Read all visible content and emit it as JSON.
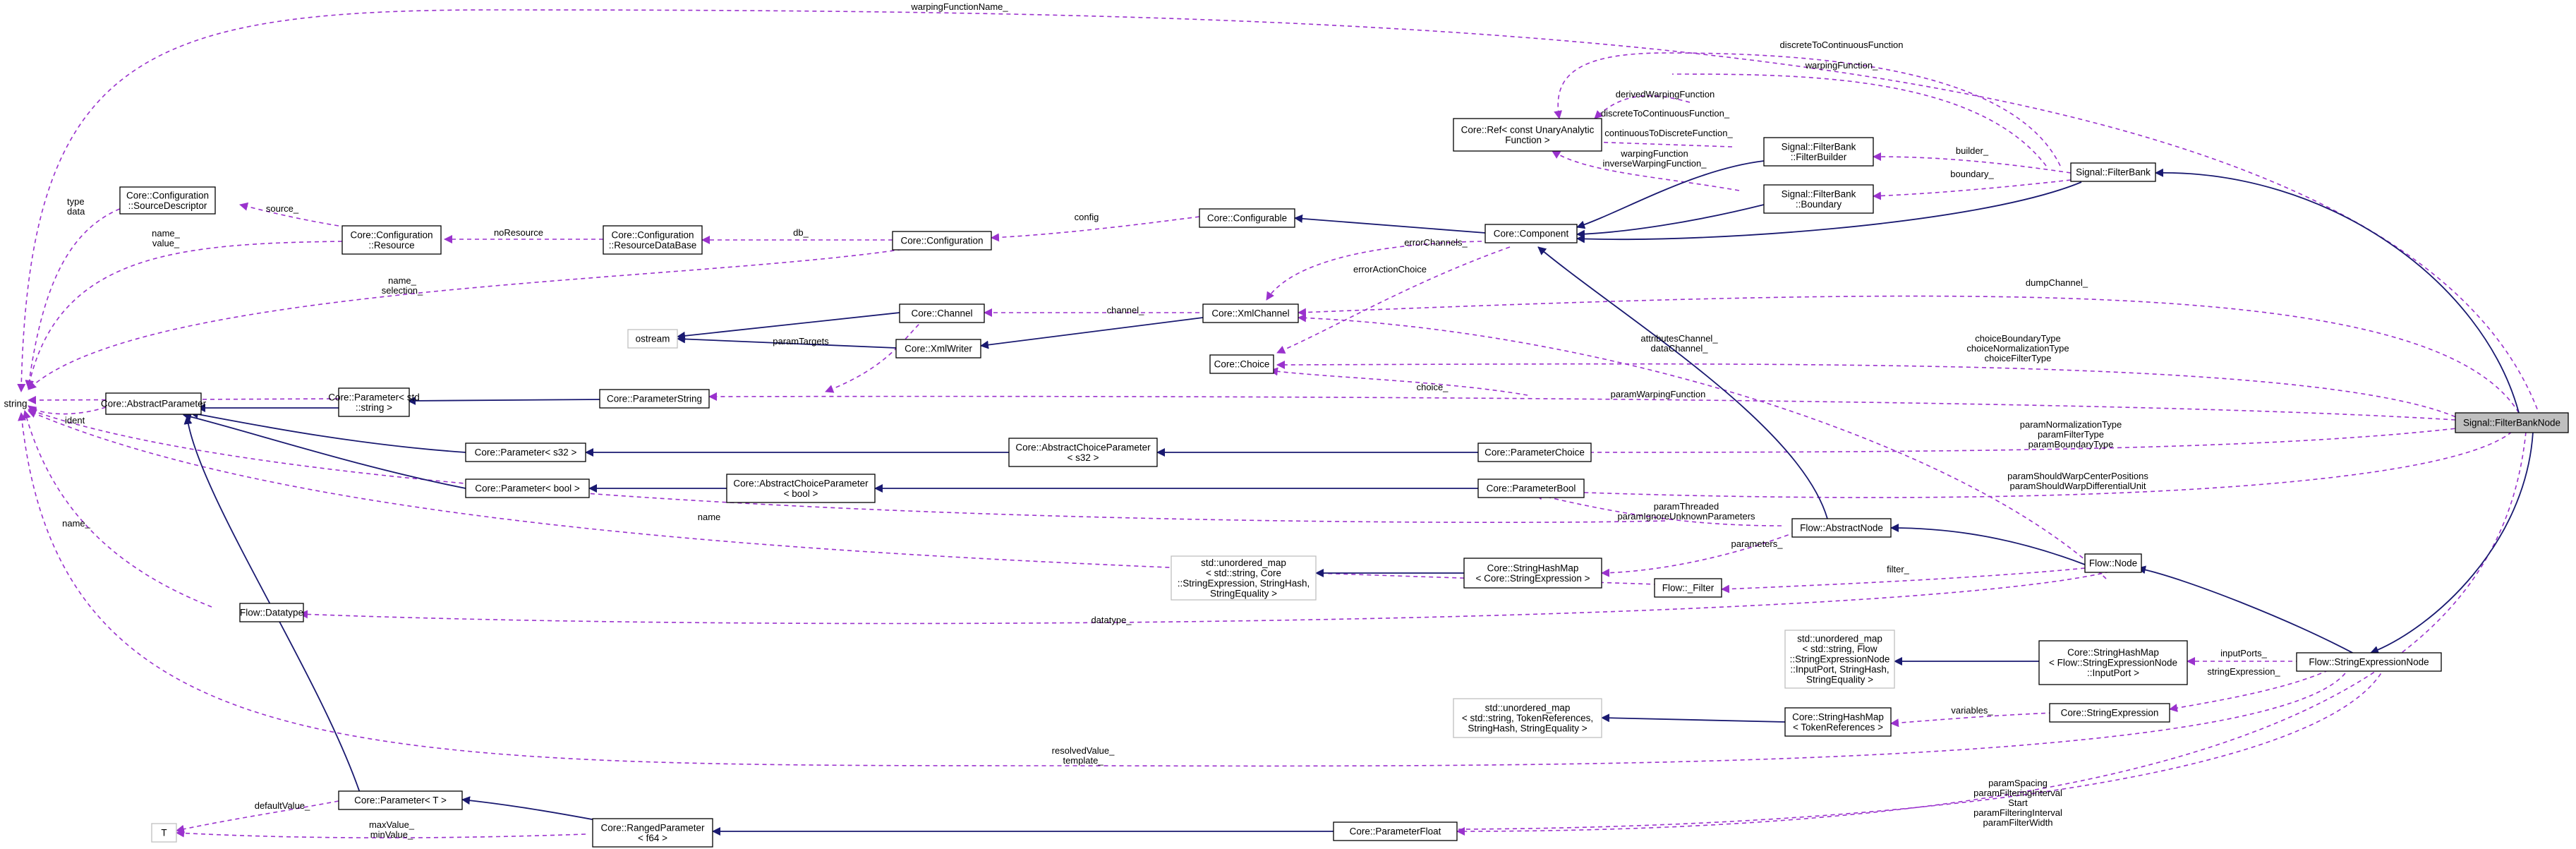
{
  "colors": {
    "inheritance": "#191970",
    "usage": "#9a32cd",
    "box_border": "#000000",
    "external_border": "#bfbfbf",
    "highlight_fill": "#bfbfbf",
    "background": "#ffffff"
  },
  "nodes": [
    {
      "id": "string",
      "lines": [
        "string"
      ],
      "style": "plain"
    },
    {
      "id": "sourceDescriptor",
      "lines": [
        "Core::Configuration",
        "::SourceDescriptor"
      ],
      "style": "normal"
    },
    {
      "id": "resource",
      "lines": [
        "Core::Configuration",
        "::Resource"
      ],
      "style": "normal"
    },
    {
      "id": "resourceDataBase",
      "lines": [
        "Core::Configuration",
        "::ResourceDataBase"
      ],
      "style": "normal"
    },
    {
      "id": "configuration",
      "lines": [
        "Core::Configuration"
      ],
      "style": "normal"
    },
    {
      "id": "configurable",
      "lines": [
        "Core::Configurable"
      ],
      "style": "normal"
    },
    {
      "id": "component",
      "lines": [
        "Core::Component"
      ],
      "style": "normal"
    },
    {
      "id": "refUnary",
      "lines": [
        "Core::Ref< const UnaryAnalytic",
        "Function >"
      ],
      "style": "normal"
    },
    {
      "id": "filterBuilder",
      "lines": [
        "Signal::FilterBank",
        "::FilterBuilder"
      ],
      "style": "normal"
    },
    {
      "id": "boundary",
      "lines": [
        "Signal::FilterBank",
        "::Boundary"
      ],
      "style": "normal"
    },
    {
      "id": "filterBank",
      "lines": [
        "Signal::FilterBank"
      ],
      "style": "normal"
    },
    {
      "id": "ostream",
      "lines": [
        "ostream"
      ],
      "style": "external"
    },
    {
      "id": "channel",
      "lines": [
        "Core::Channel"
      ],
      "style": "normal"
    },
    {
      "id": "xmlWriter",
      "lines": [
        "Core::XmlWriter"
      ],
      "style": "normal"
    },
    {
      "id": "xmlChannel",
      "lines": [
        "Core::XmlChannel"
      ],
      "style": "normal"
    },
    {
      "id": "choice",
      "lines": [
        "Core::Choice"
      ],
      "style": "normal"
    },
    {
      "id": "paramStdString",
      "lines": [
        "Core::Parameter< std",
        "::string >"
      ],
      "style": "normal"
    },
    {
      "id": "parameterString",
      "lines": [
        "Core::ParameterString"
      ],
      "style": "normal"
    },
    {
      "id": "abstractParameter",
      "lines": [
        "Core::AbstractParameter"
      ],
      "style": "normal"
    },
    {
      "id": "paramS32",
      "lines": [
        "Core::Parameter< s32 >"
      ],
      "style": "normal"
    },
    {
      "id": "abstractChoiceS32",
      "lines": [
        "Core::AbstractChoiceParameter",
        "< s32 >"
      ],
      "style": "normal"
    },
    {
      "id": "parameterChoice",
      "lines": [
        "Core::ParameterChoice"
      ],
      "style": "normal"
    },
    {
      "id": "paramBool",
      "lines": [
        "Core::Parameter< bool >"
      ],
      "style": "normal"
    },
    {
      "id": "abstractChoiceBool",
      "lines": [
        "Core::AbstractChoiceParameter",
        "< bool >"
      ],
      "style": "normal"
    },
    {
      "id": "parameterBool",
      "lines": [
        "Core::ParameterBool"
      ],
      "style": "normal"
    },
    {
      "id": "abstractNode",
      "lines": [
        "Flow::AbstractNode"
      ],
      "style": "normal"
    },
    {
      "id": "unorderedMapStrExpr",
      "lines": [
        "std::unordered_map",
        "< std::string, Core",
        "::StringExpression, StringHash,",
        "StringEquality >"
      ],
      "style": "external"
    },
    {
      "id": "stringHashMapStrExpr",
      "lines": [
        "Core::StringHashMap",
        "< Core::StringExpression >"
      ],
      "style": "normal"
    },
    {
      "id": "flowFilter",
      "lines": [
        "Flow::_Filter"
      ],
      "style": "normal"
    },
    {
      "id": "flowNode",
      "lines": [
        "Flow::Node"
      ],
      "style": "normal"
    },
    {
      "id": "flowDatatype",
      "lines": [
        "Flow::Datatype"
      ],
      "style": "normal"
    },
    {
      "id": "unorderedMapInputPort",
      "lines": [
        "std::unordered_map",
        "< std::string, Flow",
        "::StringExpressionNode",
        "::InputPort, StringHash,",
        "StringEquality >"
      ],
      "style": "external"
    },
    {
      "id": "stringHashMapInputPort",
      "lines": [
        "Core::StringHashMap",
        "< Flow::StringExpressionNode",
        "::InputPort >"
      ],
      "style": "normal"
    },
    {
      "id": "stringExpressionNode",
      "lines": [
        "Flow::StringExpressionNode"
      ],
      "style": "normal"
    },
    {
      "id": "unorderedMapTokenRefs",
      "lines": [
        "std::unordered_map",
        "< std::string, TokenReferences,",
        "StringHash, StringEquality >"
      ],
      "style": "external"
    },
    {
      "id": "stringHashMapTokenRefs",
      "lines": [
        "Core::StringHashMap",
        "< TokenReferences >"
      ],
      "style": "normal"
    },
    {
      "id": "stringExpression",
      "lines": [
        "Core::StringExpression"
      ],
      "style": "normal"
    },
    {
      "id": "paramT",
      "lines": [
        "Core::Parameter< T >"
      ],
      "style": "normal"
    },
    {
      "id": "tNode",
      "lines": [
        "T"
      ],
      "style": "external"
    },
    {
      "id": "rangedParameter",
      "lines": [
        "Core::RangedParameter",
        "< f64 >"
      ],
      "style": "normal"
    },
    {
      "id": "parameterFloat",
      "lines": [
        "Core::ParameterFloat"
      ],
      "style": "normal"
    },
    {
      "id": "filterBankNode",
      "lines": [
        "Signal::FilterBankNode"
      ],
      "style": "highlight"
    }
  ],
  "edge_labels": [
    {
      "id": "lbl-warpingFunctionName",
      "lines": [
        "warpingFunctionName_"
      ]
    },
    {
      "id": "lbl-discreteToContinuous",
      "lines": [
        "discreteToContinuousFunction"
      ]
    },
    {
      "id": "lbl-warpingFunction",
      "lines": [
        "warpingFunction_"
      ]
    },
    {
      "id": "lbl-derivedWarping",
      "lines": [
        "derivedWarpingFunction"
      ]
    },
    {
      "id": "lbl-discreteToContinuous2",
      "lines": [
        "discreteToContinuousFunction_"
      ]
    },
    {
      "id": "lbl-continuousToDiscrete",
      "lines": [
        "continuousToDiscreteFunction_"
      ]
    },
    {
      "id": "lbl-warpingInverse",
      "lines": [
        "warpingFunction",
        "inverseWarpingFunction_"
      ]
    },
    {
      "id": "lbl-builder",
      "lines": [
        "builder_"
      ]
    },
    {
      "id": "lbl-boundaryEdge",
      "lines": [
        "boundary_"
      ]
    },
    {
      "id": "lbl-typeData",
      "lines": [
        "type",
        "data"
      ]
    },
    {
      "id": "lbl-source",
      "lines": [
        "source_"
      ]
    },
    {
      "id": "lbl-noResource",
      "lines": [
        "noResource"
      ]
    },
    {
      "id": "lbl-db",
      "lines": [
        "db_"
      ]
    },
    {
      "id": "lbl-config",
      "lines": [
        "config"
      ]
    },
    {
      "id": "lbl-nameValue",
      "lines": [
        "name_",
        "value_"
      ]
    },
    {
      "id": "lbl-errorChannels",
      "lines": [
        "errorChannels_"
      ]
    },
    {
      "id": "lbl-errorActionChoice",
      "lines": [
        "errorActionChoice"
      ]
    },
    {
      "id": "lbl-nameSelection",
      "lines": [
        "name_",
        "selection_"
      ]
    },
    {
      "id": "lbl-channel",
      "lines": [
        "channel_"
      ]
    },
    {
      "id": "lbl-dumpChannel",
      "lines": [
        "dumpChannel_"
      ]
    },
    {
      "id": "lbl-paramTargets",
      "lines": [
        "paramTargets"
      ]
    },
    {
      "id": "lbl-attributesChannel",
      "lines": [
        "attributesChannel_",
        "dataChannel_"
      ]
    },
    {
      "id": "lbl-choiceTypes",
      "lines": [
        "choiceBoundaryType",
        "choiceNormalizationType",
        "choiceFilterType"
      ]
    },
    {
      "id": "lbl-defaultValue",
      "lines": [
        "defaultValue_"
      ]
    },
    {
      "id": "lbl-choice",
      "lines": [
        "choice_"
      ]
    },
    {
      "id": "lbl-paramWarpingFunction",
      "lines": [
        "paramWarpingFunction"
      ]
    },
    {
      "id": "lbl-ident",
      "lines": [
        "ident"
      ]
    },
    {
      "id": "lbl-paramTypes",
      "lines": [
        "paramNormalizationType",
        "paramFilterType",
        "paramBoundaryType"
      ]
    },
    {
      "id": "lbl-paramShouldWarp",
      "lines": [
        "paramShouldWarpCenterPositions",
        "paramShouldWarpDifferentialUnit"
      ]
    },
    {
      "id": "lbl-name",
      "lines": [
        "name"
      ]
    },
    {
      "id": "lbl-paramThreaded",
      "lines": [
        "paramThreaded",
        "paramIgnoreUnknownParameters"
      ]
    },
    {
      "id": "lbl-nameEdge",
      "lines": [
        "name_"
      ]
    },
    {
      "id": "lbl-parameters",
      "lines": [
        "parameters_"
      ]
    },
    {
      "id": "lbl-filter",
      "lines": [
        "filter_"
      ]
    },
    {
      "id": "lbl-datatype",
      "lines": [
        "datatype_"
      ]
    },
    {
      "id": "lbl-inputPorts",
      "lines": [
        "inputPorts_"
      ]
    },
    {
      "id": "lbl-stringExpression",
      "lines": [
        "stringExpression_"
      ]
    },
    {
      "id": "lbl-variables",
      "lines": [
        "variables_"
      ]
    },
    {
      "id": "lbl-resolvedValue",
      "lines": [
        "resolvedValue_",
        "template_"
      ]
    },
    {
      "id": "lbl-defaultValueT",
      "lines": [
        "defaultValue_"
      ]
    },
    {
      "id": "lbl-maxMinValue",
      "lines": [
        "maxValue_",
        "minValue_"
      ]
    },
    {
      "id": "lbl-paramSpacing",
      "lines": [
        "paramSpacing",
        "paramFilteringInterval",
        "Start",
        "paramFilteringInterval",
        "paramFilterWidth"
      ]
    }
  ]
}
